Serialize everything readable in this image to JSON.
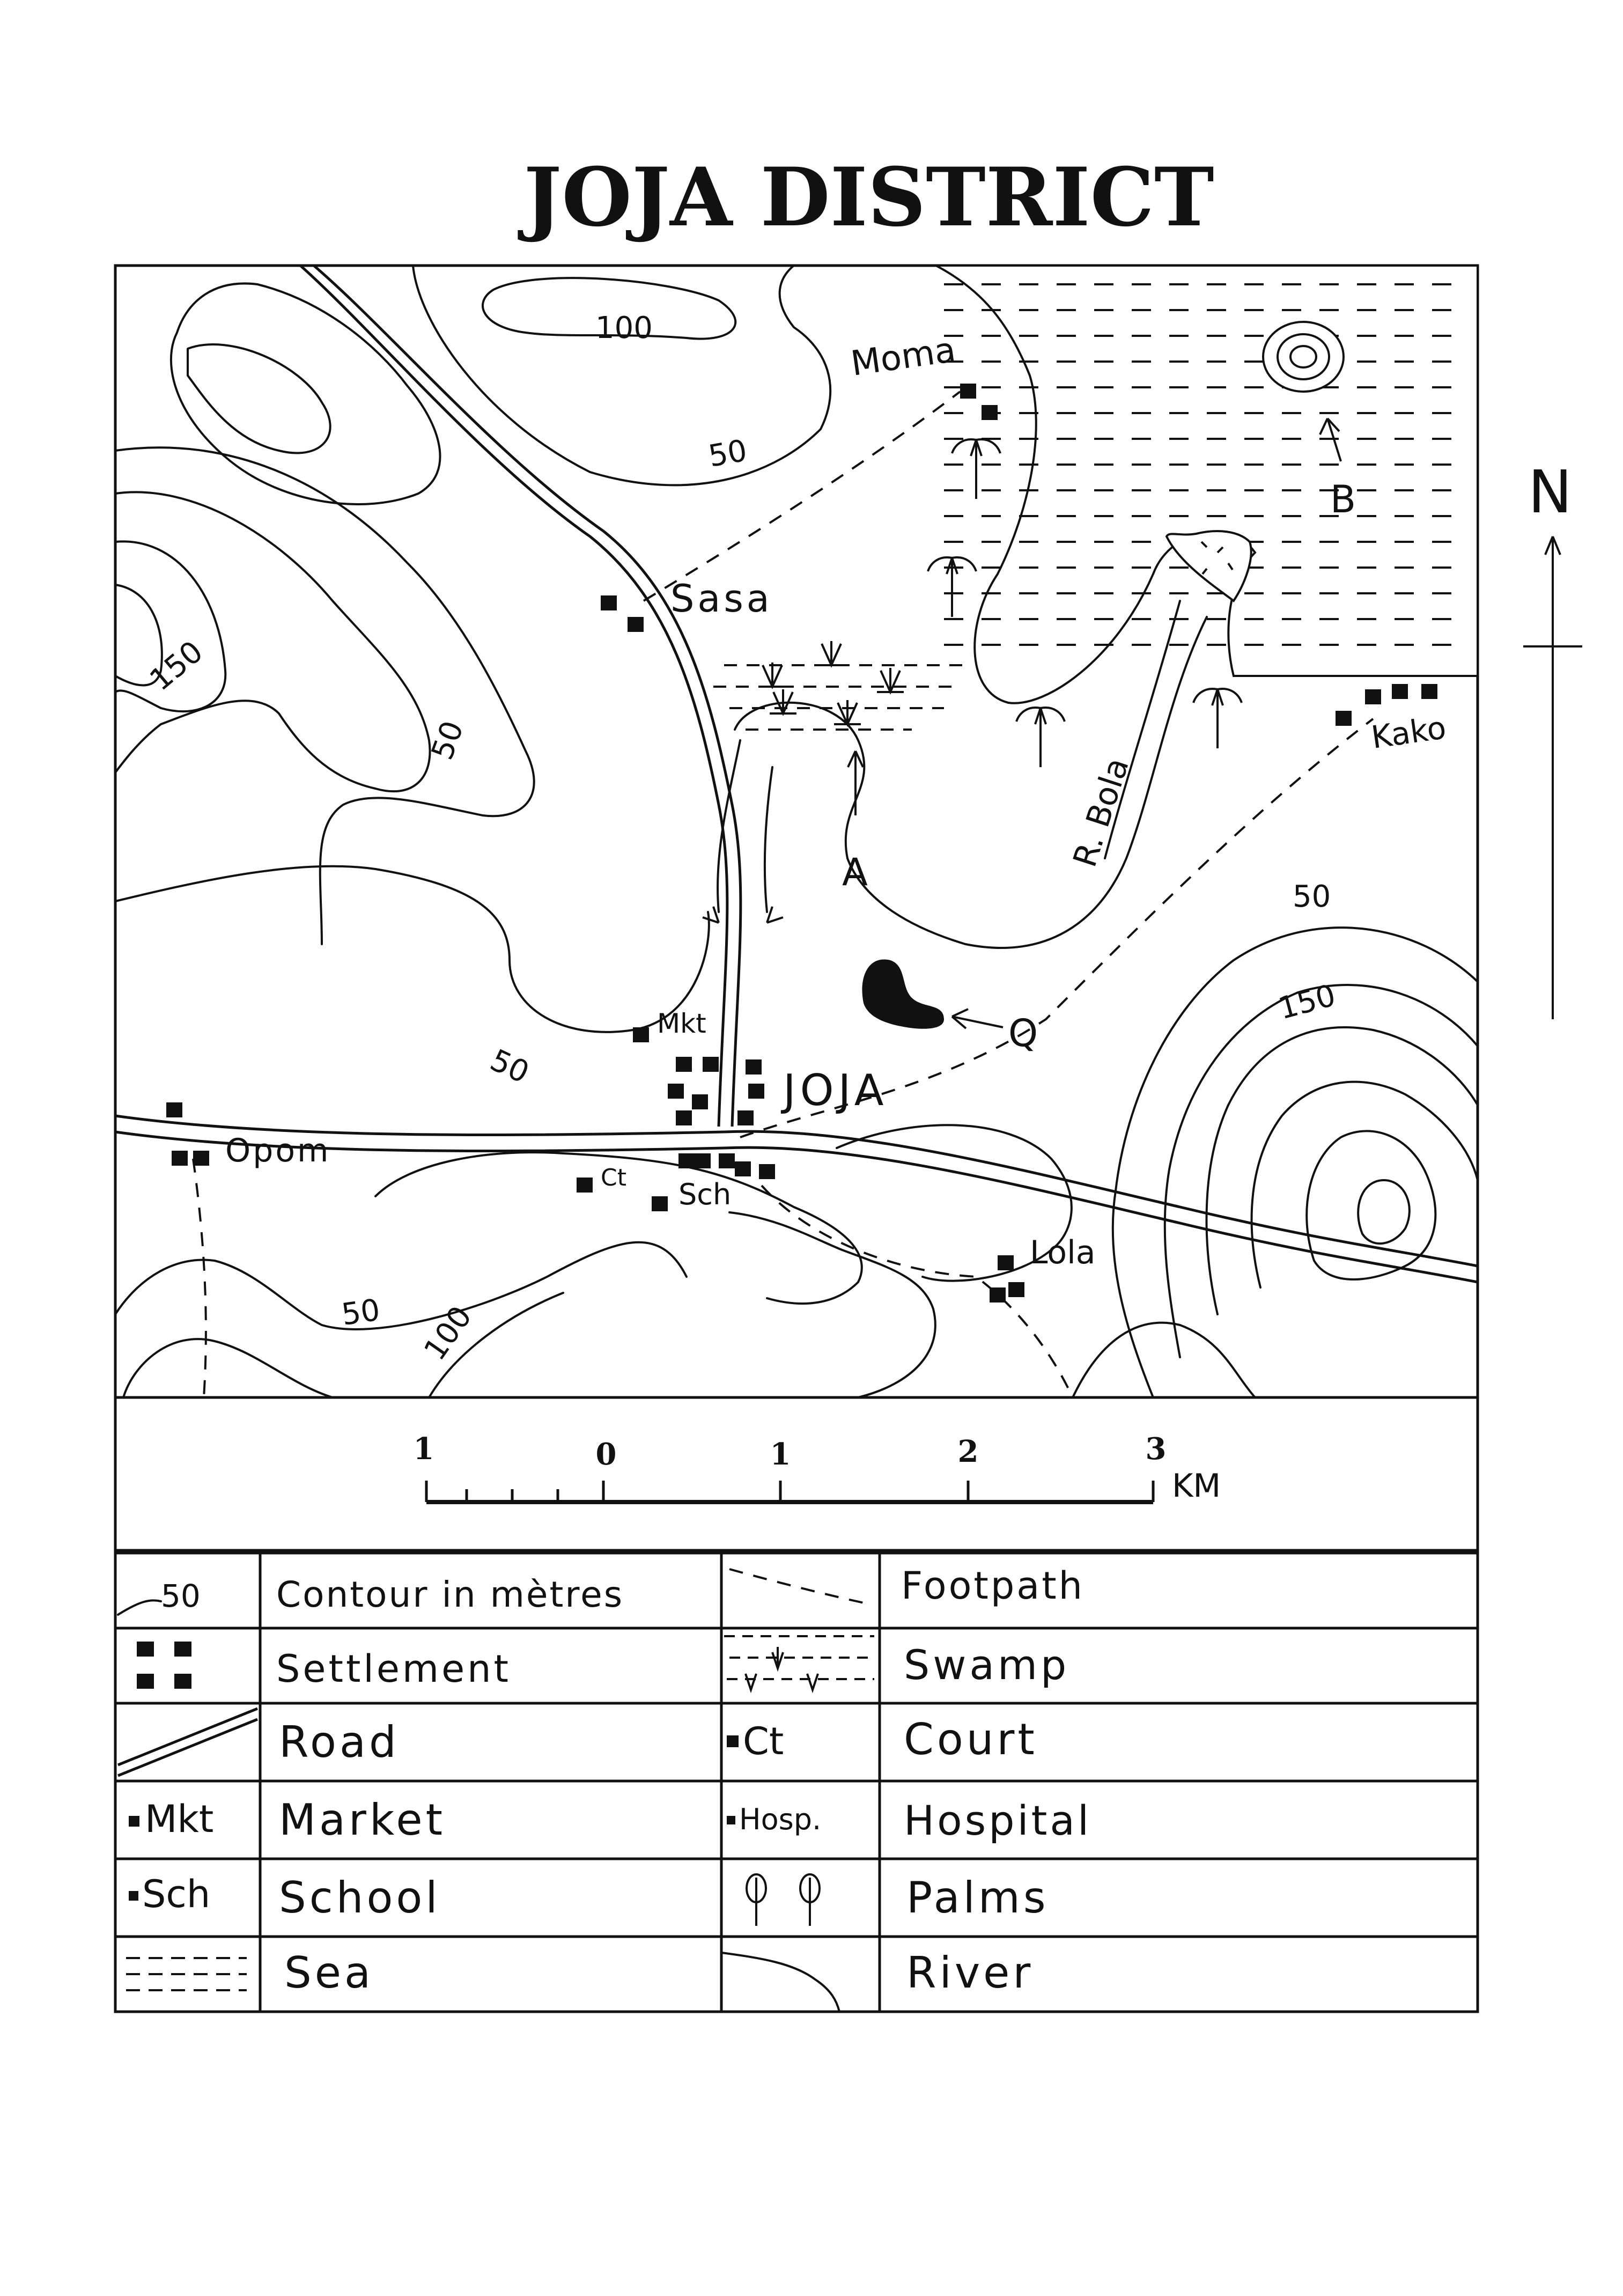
{
  "map": {
    "title": "JOJA DISTRICT",
    "north_label": "N",
    "places": {
      "joja": "JOJA",
      "moma": "Moma",
      "sasa": "Sasa",
      "kako": "Kako",
      "opom": "Opom",
      "lola": "Lola",
      "mkt": "Mkt",
      "ct": "Ct",
      "sch": "Sch",
      "river": "R. Bola"
    },
    "markers": {
      "a": "A",
      "b": "B",
      "q": "Q"
    },
    "contour_labels": [
      "100",
      "50",
      "150",
      "50",
      "50",
      "50",
      "150",
      "50",
      "100"
    ],
    "scale": {
      "ticks": [
        "1",
        "0",
        "1",
        "2",
        "3"
      ],
      "unit": "KM"
    }
  },
  "legend": {
    "left": [
      {
        "symbol": "50",
        "label": "Contour in mètres"
      },
      {
        "symbol": "",
        "label": "Settlement"
      },
      {
        "symbol": "",
        "label": "Road"
      },
      {
        "symbol": "Mkt",
        "label": "Market"
      },
      {
        "symbol": "Sch",
        "label": "School"
      },
      {
        "symbol": "",
        "label": "Sea"
      }
    ],
    "right": [
      {
        "symbol": "",
        "label": "Footpath"
      },
      {
        "symbol": "",
        "label": "Swamp"
      },
      {
        "symbol": "Ct",
        "label": "Court"
      },
      {
        "symbol": "Hosp.",
        "label": "Hospital"
      },
      {
        "symbol": "",
        "label": "Palms"
      },
      {
        "symbol": "",
        "label": "River"
      }
    ]
  }
}
